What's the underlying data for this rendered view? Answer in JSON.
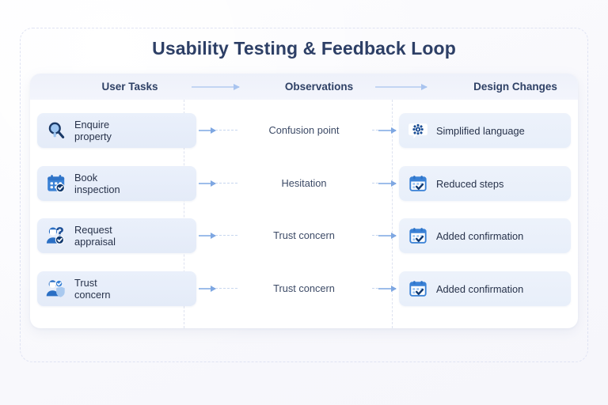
{
  "page": {
    "title": "Usability Testing  & Feedback Loop",
    "accent_blue": "#3b82d6",
    "dark_navy": "#1b3a68",
    "title_color": "#2d3f66",
    "card_bg": "#ffffff",
    "pill_bg": "#e8effa",
    "frame_border": "#dfe3f3"
  },
  "header": {
    "columns": [
      {
        "label": "User Tasks"
      },
      {
        "label": "Observations"
      },
      {
        "label": "Design Changes"
      }
    ],
    "arrow_1": "arrow-right-icon",
    "arrow_2": "arrow-right-icon"
  },
  "rows": [
    {
      "task": {
        "line1": "Enquire",
        "line2": "property",
        "icon": "magnifier-icon"
      },
      "observation": "Confusion point",
      "change": {
        "label": "Simplified language",
        "icon": "gear-speech-bubble-icon"
      }
    },
    {
      "task": {
        "line1": "Book",
        "line2": "inspection",
        "icon": "calendar-check-badge-icon"
      },
      "observation": "Hesitation",
      "change": {
        "label": "Reduced steps",
        "icon": "calendar-check-icon"
      }
    },
    {
      "task": {
        "line1": "Request",
        "line2": "appraisal",
        "icon": "person-question-check-icon"
      },
      "observation": "Trust concern",
      "change": {
        "label": "Added confirmation",
        "icon": "calendar-check-icon"
      }
    },
    {
      "task": {
        "line1": "Trust",
        "line2": "concern",
        "icon": "person-shield-check-icon"
      },
      "observation": "Trust concern",
      "change": {
        "label": "Added confirmation",
        "icon": "calendar-check-icon"
      }
    }
  ]
}
